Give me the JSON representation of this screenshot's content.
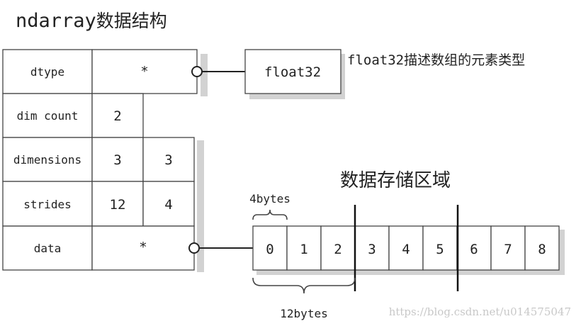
{
  "title": {
    "prefix": "ndarray",
    "suffix": "数据结构"
  },
  "struct_rows": [
    {
      "label": "dtype",
      "values": [
        "*"
      ]
    },
    {
      "label": "dim count",
      "values": [
        "2"
      ]
    },
    {
      "label": "dimensions",
      "values": [
        "3",
        "3"
      ]
    },
    {
      "label": "strides",
      "values": [
        "12",
        "4"
      ]
    },
    {
      "label": "data",
      "values": [
        "*"
      ]
    }
  ],
  "dtype_box": {
    "label": "float32",
    "note": "float32描述数组的元素类型"
  },
  "storage": {
    "title": "数据存储区域",
    "cells": [
      "0",
      "1",
      "2",
      "3",
      "4",
      "5",
      "6",
      "7",
      "8"
    ],
    "element_size_label": "4bytes",
    "row_size_label": "12bytes"
  },
  "watermark": "https://blog.csdn.net/u014575047"
}
